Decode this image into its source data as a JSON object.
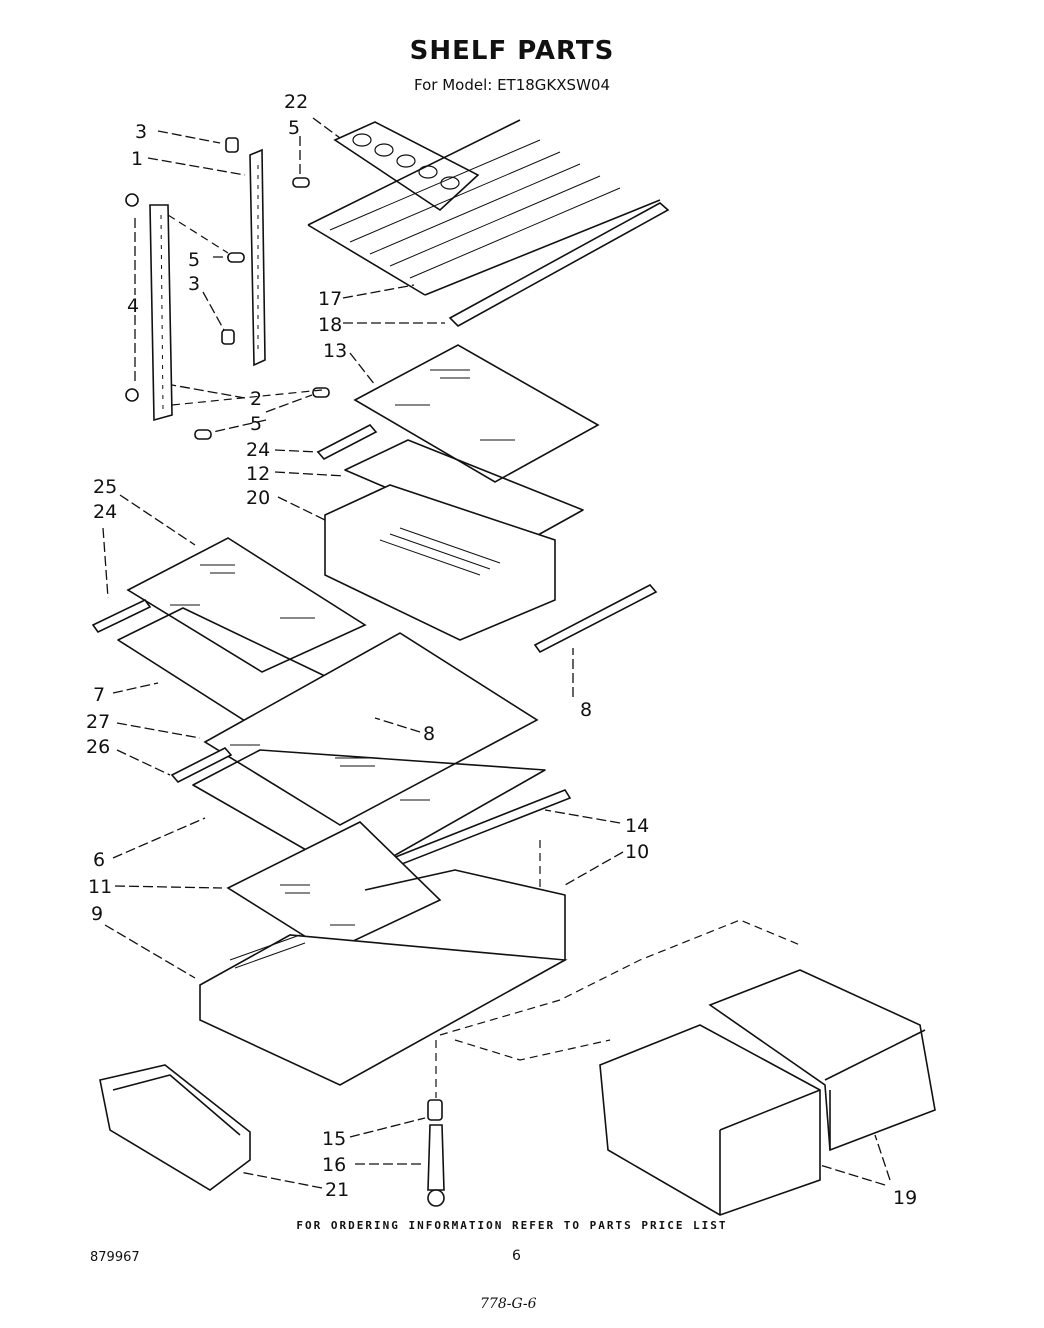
{
  "header": {
    "title": "SHELF PARTS",
    "model_line": "For Model: ET18GKXSW04"
  },
  "callouts": {
    "c1": "1",
    "c2": "2",
    "c3a": "3",
    "c3b": "3",
    "c4": "4",
    "c5a": "5",
    "c5b": "5",
    "c5c": "5",
    "c6": "6",
    "c7": "7",
    "c8a": "8",
    "c8b": "8",
    "c9": "9",
    "c10": "10",
    "c11": "11",
    "c12": "12",
    "c13": "13",
    "c14": "14",
    "c15": "15",
    "c16": "16",
    "c17": "17",
    "c18": "18",
    "c19": "19",
    "c20": "20",
    "c21": "21",
    "c22": "22",
    "c24a": "24",
    "c24b": "24",
    "c25": "25",
    "c26": "26",
    "c27": "27"
  },
  "footer": {
    "ordering_note": "FOR ORDERING INFORMATION REFER TO PARTS PRICE LIST",
    "document_number": "879967",
    "page_number": "6",
    "handwritten_note": "778-G-6"
  }
}
